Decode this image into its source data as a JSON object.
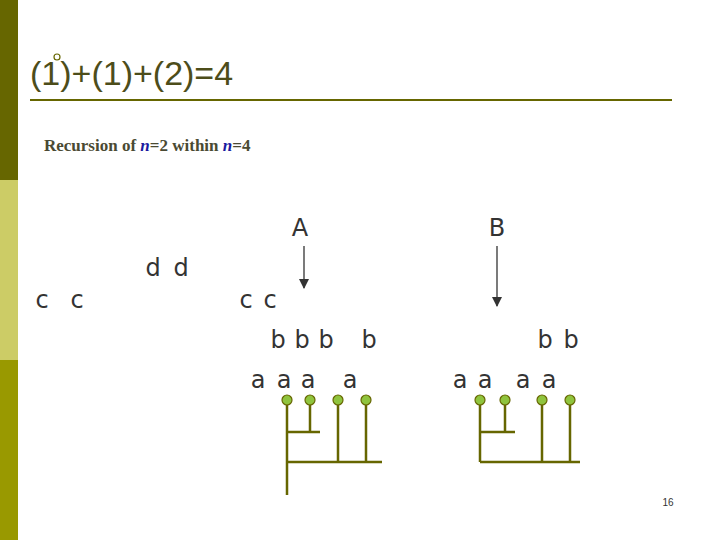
{
  "diagram": {
    "title": "(1)+(1)+(2)=4",
    "labels": [
      "Recursion of n=2 within n=4",
      "A",
      "B",
      "d",
      "d",
      "c",
      "c",
      "c",
      "c",
      "b",
      "b",
      "b",
      "b",
      "a",
      "a",
      "a",
      "a",
      "b",
      "b",
      "a",
      "a",
      "a",
      "a",
      "16"
    ]
  }
}
